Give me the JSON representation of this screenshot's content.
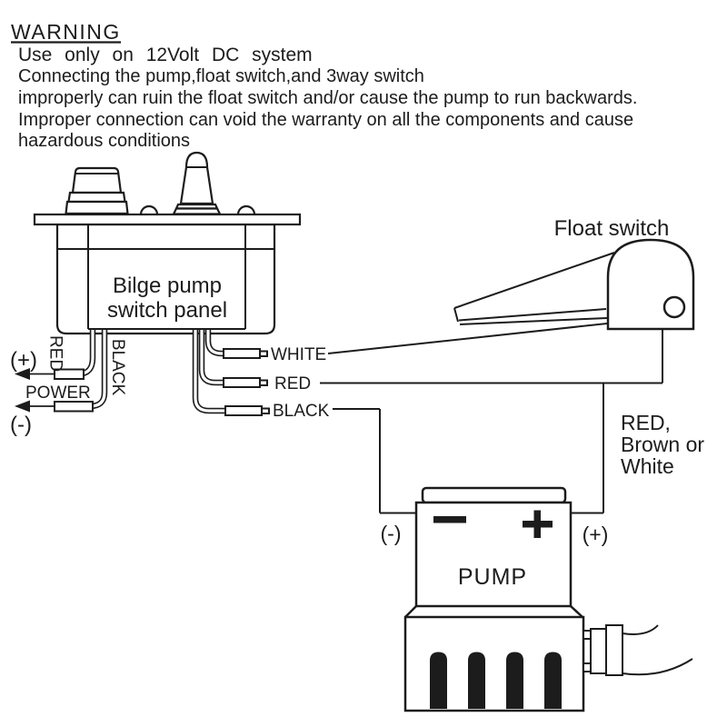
{
  "colors": {
    "ink": "#1c1c1c",
    "paper": "#ffffff"
  },
  "warning": {
    "title": "WARNING",
    "line1": "Use only on 12Volt DC system",
    "line2": "Connecting the pump,float switch,and 3way switch",
    "line3": "improperly can ruin the float switch and/or cause the pump to run backwards.",
    "line4": "Improper connection can void the warranty on all the components and cause",
    "line5": "hazardous conditions"
  },
  "switch_panel": {
    "label_line1": "Bilge pump",
    "label_line2": "switch panel"
  },
  "power_leads": {
    "positive_sign": "(+)",
    "positive_wire_color": "RED",
    "power_label": "POWER",
    "negative_sign": "(-)",
    "negative_wire_color": "BLACK"
  },
  "panel_output_wires": {
    "white": "WHITE",
    "red": "RED",
    "black": "BLACK"
  },
  "float_switch": {
    "label": "Float switch",
    "wire_note_line1": "RED,",
    "wire_note_line2": "Brown or",
    "wire_note_line3": "White"
  },
  "pump": {
    "label": "PUMP",
    "negative_terminal": "(-)",
    "positive_terminal": "(+)"
  }
}
